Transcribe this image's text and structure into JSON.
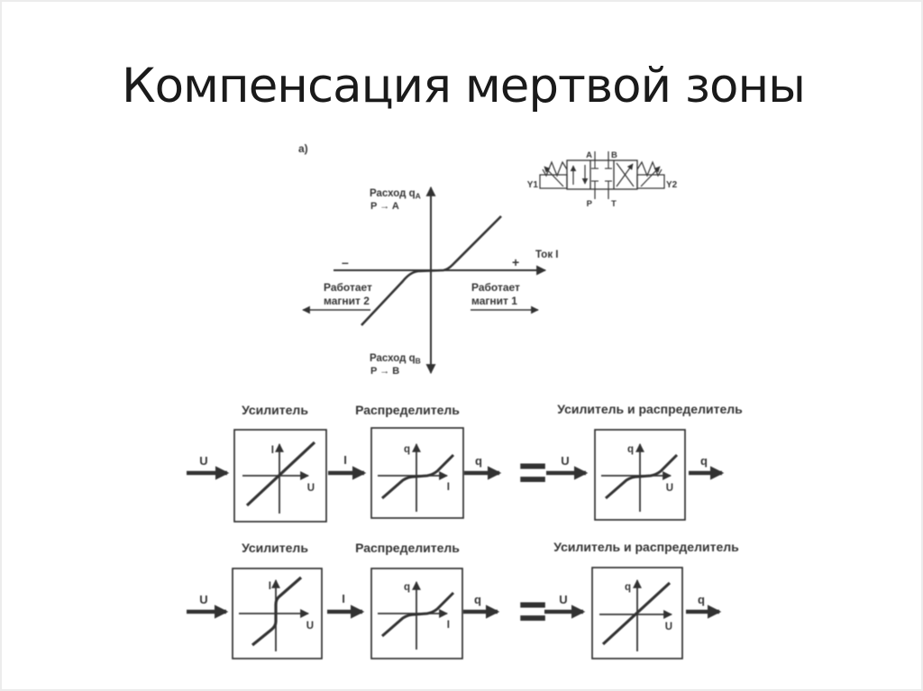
{
  "slide": {
    "title": "Компенсация мертвой зоны"
  },
  "graph": {
    "panel_label": "a)",
    "flow_a": {
      "text": "Расход q",
      "sub": "A"
    },
    "flow_a_dir": "P → A",
    "flow_b": {
      "text": "Расход q",
      "sub": "B"
    },
    "flow_b_dir": "P → B",
    "x_axis": "Ток I",
    "minus": "–",
    "plus": "+",
    "left_label_1": "Работает",
    "left_label_2": "магнит 2",
    "right_label_1": "Работает",
    "right_label_2": "магнит 1",
    "curve_type": "dead-zone s-curve"
  },
  "valve": {
    "port_a": "A",
    "port_b": "B",
    "port_p": "P",
    "port_t": "T",
    "solenoid_left": "Y1",
    "solenoid_right": "Y2"
  },
  "rows": [
    {
      "amp_label": "Усилитель",
      "valve_label": "Распределитель",
      "combined_label": "Усилитель и распределитель",
      "in_signal": "U",
      "mid_signal": "I",
      "out_signal": "q",
      "equals": "=",
      "amp_axes": {
        "y": "I",
        "x": "U"
      },
      "valve_axes": {
        "y": "q",
        "x": "I"
      },
      "combined_axes": {
        "y": "q",
        "x": "U"
      },
      "amp_curve": "linear",
      "valve_curve": "dead-zone",
      "combined_curve": "dead-zone"
    },
    {
      "amp_label": "Усилитель",
      "valve_label": "Распределитель",
      "combined_label": "Усилитель и распределитель",
      "in_signal": "U",
      "mid_signal": "I",
      "out_signal": "q",
      "equals": "=",
      "amp_axes": {
        "y": "I",
        "x": "U"
      },
      "valve_axes": {
        "y": "q",
        "x": "I"
      },
      "combined_axes": {
        "y": "q",
        "x": "U"
      },
      "amp_curve": "inverse-dead-zone-jump",
      "valve_curve": "dead-zone",
      "combined_curve": "linear"
    }
  ]
}
